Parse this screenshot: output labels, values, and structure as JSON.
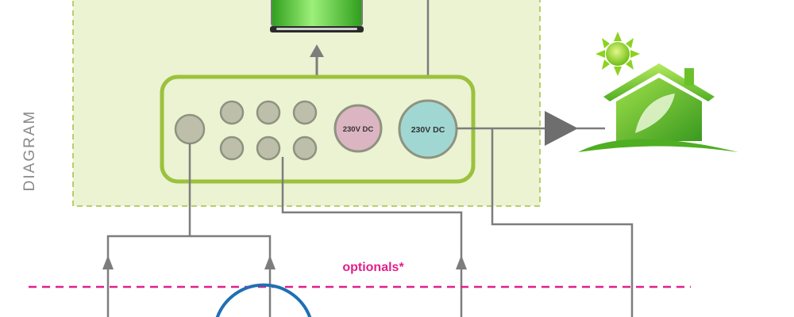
{
  "diagram": {
    "side_label": "DIAGRAM",
    "socket_pink_label": "230V DC",
    "socket_teal_label": "230V DC",
    "optionals_label": "optionals*"
  },
  "colors": {
    "panel_fill": "#ebf3d2",
    "panel_border": "#b5cf6a",
    "inverter_border": "#9cc13d",
    "socket_gray": "#bdbfab",
    "socket_pink": "#dcb5c2",
    "socket_teal": "#a0d7d2",
    "line_gray": "#7d7d7d",
    "optionals_magenta": "#e0208c",
    "battery_green": "#4cc52a",
    "sun_green": "#8cd21e",
    "house_green": "#5cb82e",
    "ring_blue": "#1f6fb5"
  },
  "icons": {
    "battery": "battery-icon",
    "sun": "sun-icon",
    "house": "house-icon"
  }
}
